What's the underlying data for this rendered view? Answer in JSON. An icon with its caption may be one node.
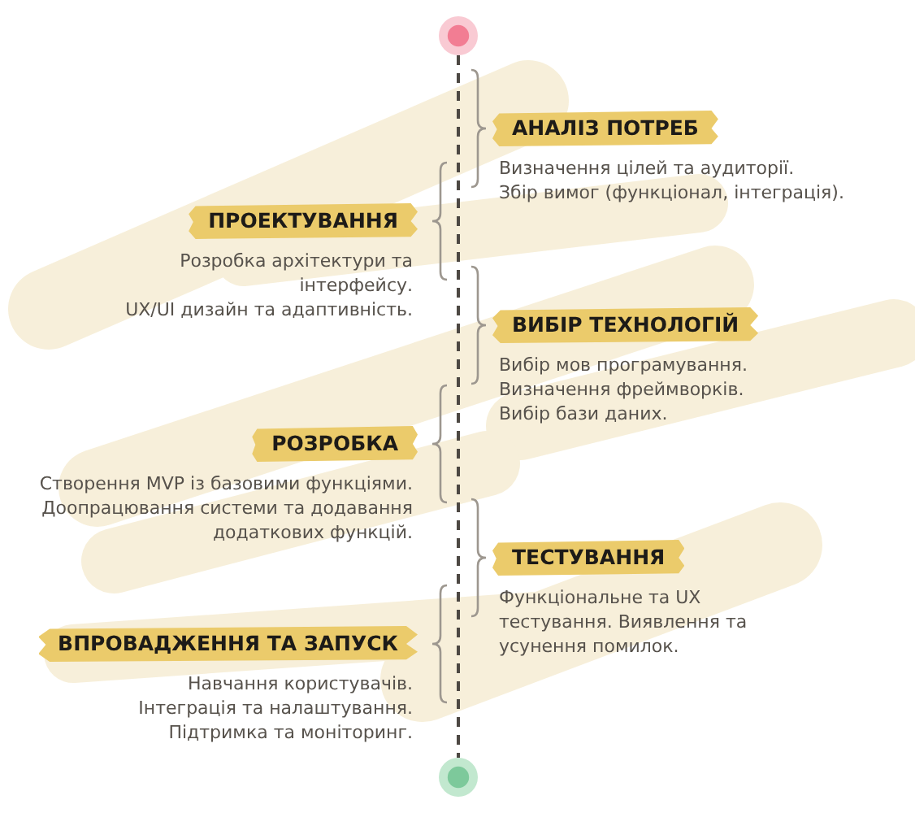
{
  "diagram": {
    "nodes": [
      {
        "text": [],
        "shape": "circle"
      },
      {
        "text": [
          "АНАЛІЗ ПОТРЕБ"
        ],
        "beside": [
          "Визначення цілей та аудиторії.",
          "Збір вимог (функціонал, інтеграція)."
        ]
      },
      {
        "text": [
          "ПРОЕКТУВАННЯ"
        ],
        "beside": [
          "Розробка архітектури та інтерфейсу.",
          "UX/UI дизайн та адаптивність."
        ]
      },
      {
        "text": [
          "ВИБІР ТЕХНОЛОГІЙ"
        ],
        "beside": [
          "Вибір мов програмування.",
          "Визначення фреймворків.",
          "Вибір бази даних."
        ]
      },
      {
        "text": [
          "РОЗРОБКА"
        ],
        "beside": [
          "Створення MVP із базовими функціями.",
          "Доопрацювання системи та додавання додаткових функцій."
        ]
      },
      {
        "text": [
          "ТЕСТУВАННЯ"
        ],
        "beside": [
          "Функціональне та UX тестування. Виявлення та усунення помилок."
        ]
      },
      {
        "text": [
          "ВПРОВАДЖЕННЯ ТА ЗАПУСК"
        ],
        "beside": [
          "Навчання користувачів.",
          "Інтеграція та налаштування.",
          "Підтримка та моніторинг."
        ]
      },
      {
        "text": [],
        "shape": "circle"
      }
    ],
    "edges": [
      {
        "from": 0,
        "to": 7,
        "arrow": "none",
        "style": "dashed"
      }
    ]
  }
}
